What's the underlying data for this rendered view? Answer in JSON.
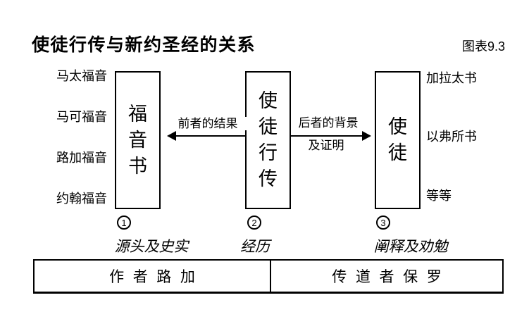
{
  "title": "使徒行传与新约圣经的关系",
  "figure_label": "图表9.3",
  "left_column": {
    "items": [
      "马太福音",
      "马可福音",
      "路加福音",
      "约翰福音"
    ]
  },
  "right_column": {
    "items": [
      "加拉太书",
      "以弗所书",
      "等等"
    ]
  },
  "boxes": [
    {
      "label": "福音书",
      "number": "1",
      "caption": "源头及史实"
    },
    {
      "label": "使徒行传",
      "number": "2",
      "caption": "经历"
    },
    {
      "label": "使徒",
      "number": "3",
      "caption": "阐释及劝勉"
    }
  ],
  "arrows": {
    "left": {
      "direction": "left",
      "label": "前者的结果"
    },
    "right": {
      "direction": "right",
      "label_line1": "后者的背景",
      "label_line2": "及证明"
    }
  },
  "bottom_bar": {
    "left_cell": "作者路加",
    "right_cell": "传道者保罗"
  },
  "colors": {
    "ink": "#000000",
    "background": "#ffffff"
  }
}
